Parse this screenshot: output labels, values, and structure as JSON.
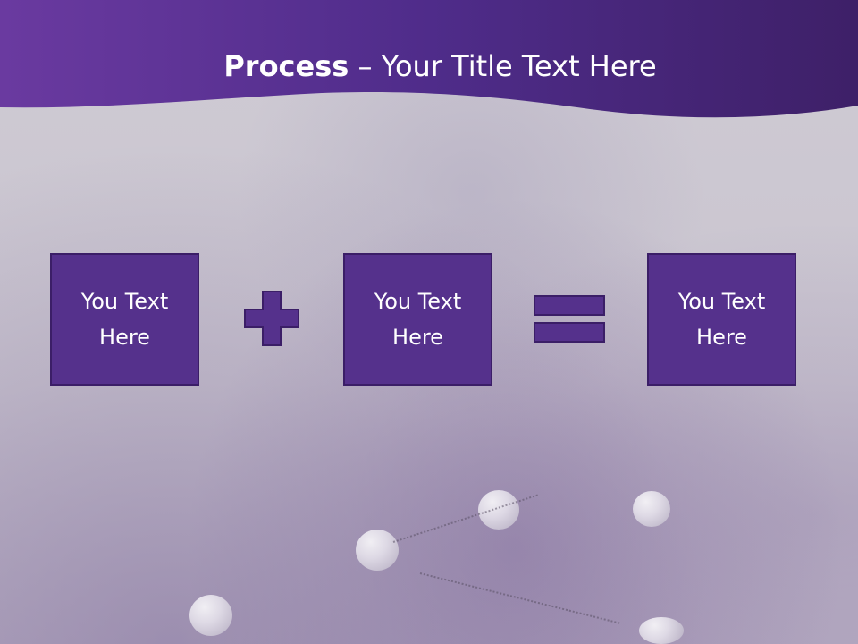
{
  "slide": {
    "title_bold": "Process",
    "title_rest": " – Your Title Text Here"
  },
  "boxes": [
    {
      "text": "You Text Here"
    },
    {
      "text": "You Text Here"
    },
    {
      "text": "You Text Here"
    }
  ],
  "operators": {
    "plus": "plus-icon",
    "equals": "equals-icon"
  },
  "colors": {
    "banner": "#4b2a84",
    "box_fill": "#55318c",
    "box_border": "#3b1e67",
    "operator_fill": "#55318c",
    "background": "#d2cfd8"
  }
}
